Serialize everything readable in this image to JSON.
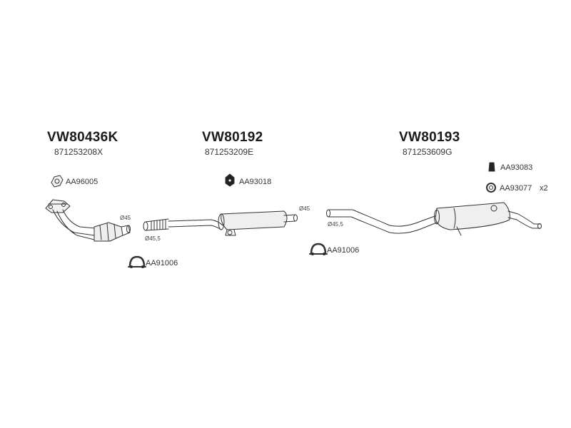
{
  "sections": [
    {
      "part_number": "VW80436K",
      "oem_number": "871253208X"
    },
    {
      "part_number": "VW80192",
      "oem_number": "871253209E"
    },
    {
      "part_number": "VW80193",
      "oem_number": "871253609G"
    }
  ],
  "accessories": {
    "aa96005": "AA96005",
    "aa93018": "AA93018",
    "aa93083": "AA93083",
    "aa93077": "AA93077",
    "aa93077_qty": "x2",
    "aa91006_left": "AA91006",
    "aa91006_right": "AA91006"
  },
  "dimensions": {
    "front_outlet": "Ø45",
    "middle_inlet": "Ø45,5",
    "middle_outlet": "Ø45",
    "rear_inlet": "Ø45,5"
  },
  "icons": {
    "gasket": "gasket-icon",
    "hanger_bracket": "hanger-bracket-icon",
    "bump_stop": "bump-stop-icon",
    "rubber_ring": "rubber-ring-icon",
    "pipe_clamp": "pipe-clamp-icon"
  }
}
